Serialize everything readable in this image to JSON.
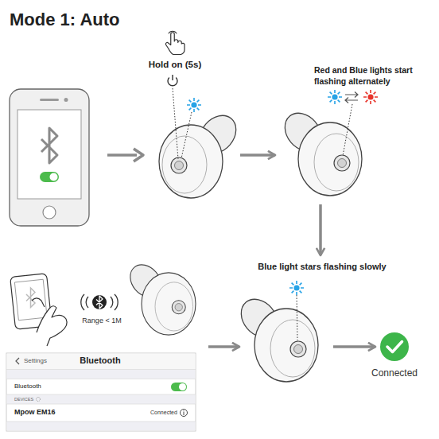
{
  "diagram": {
    "title": "Mode 1: Auto",
    "nodes": [
      {
        "text": [
          "Hold on (5s)"
        ]
      },
      {
        "text": [
          "Red and Blue lights start flashing alternately"
        ]
      },
      {
        "text": [
          "Settings",
          "Bluetooth",
          "Bluetooth",
          "DEVICES",
          "Mpow EM16",
          "Connected"
        ]
      },
      {
        "text": [
          "Blue light stars flashing slowly"
        ]
      },
      {
        "text": [
          "Connected"
        ]
      }
    ],
    "edges": [
      {
        "from": 0,
        "to": 1,
        "arrow": "to"
      },
      {
        "from": 1,
        "to": 3,
        "arrow": "to"
      },
      {
        "from": 2,
        "to": 3,
        "arrow": "to"
      },
      {
        "from": 3,
        "to": 4,
        "arrow": "to"
      }
    ],
    "labels": [
      "Range < 1M"
    ]
  }
}
